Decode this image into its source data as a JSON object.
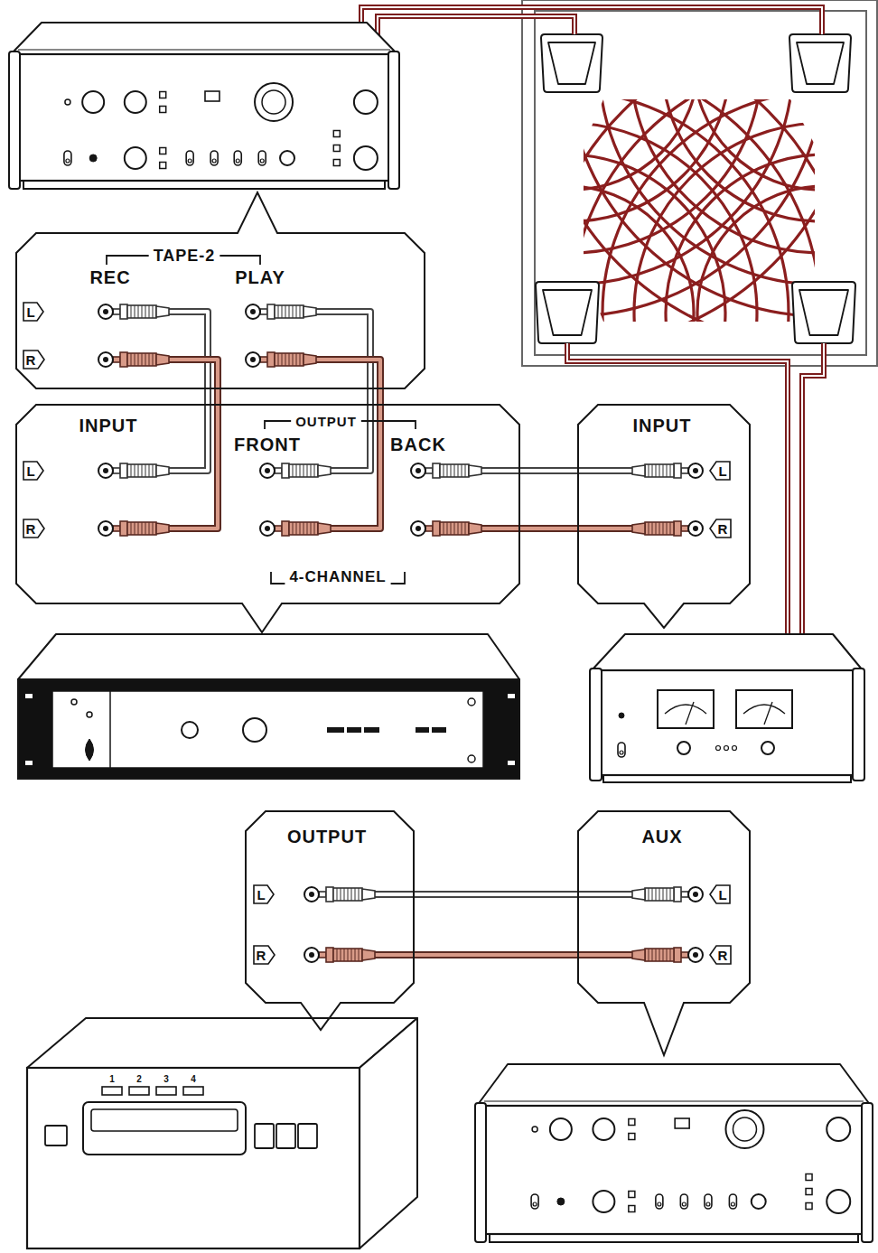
{
  "diagram": {
    "nodes": [
      {
        "text": [
          "TAPE-2",
          "REC",
          "PLAY"
        ]
      },
      {
        "text": [
          "L"
        ],
        "in": 0
      },
      {
        "text": [
          "R"
        ],
        "in": 0
      },
      {
        "text": [
          "INPUT",
          "OUTPUT",
          "FRONT",
          "BACK",
          "4-CHANNEL"
        ]
      },
      {
        "text": [
          "L"
        ],
        "in": 3
      },
      {
        "text": [
          "R"
        ],
        "in": 3
      },
      {
        "text": [
          "INPUT"
        ]
      },
      {
        "text": [
          "L"
        ],
        "in": 6
      },
      {
        "text": [
          "R"
        ],
        "in": 6
      },
      {
        "text": [
          "OUTPUT"
        ]
      },
      {
        "text": [
          "L"
        ],
        "in": 9
      },
      {
        "text": [
          "R"
        ],
        "in": 9
      },
      {
        "text": [
          "AUX"
        ]
      },
      {
        "text": [
          "L"
        ],
        "in": 12
      },
      {
        "text": [
          "R"
        ],
        "in": 12
      }
    ],
    "edges": [
      {
        "from": 0,
        "to": 3,
        "arrow": "none"
      },
      {
        "from": 0,
        "to": 3,
        "arrow": "none"
      },
      {
        "from": 3,
        "to": 0,
        "arrow": "none"
      },
      {
        "from": 3,
        "to": 0,
        "arrow": "none"
      },
      {
        "from": 3,
        "to": 6,
        "arrow": "none"
      },
      {
        "from": 3,
        "to": 6,
        "arrow": "none"
      },
      {
        "from": 9,
        "to": 12,
        "arrow": "none"
      },
      {
        "from": 9,
        "to": 12,
        "arrow": "none"
      }
    ],
    "labels": [
      "1",
      "2",
      "3",
      "4"
    ]
  }
}
